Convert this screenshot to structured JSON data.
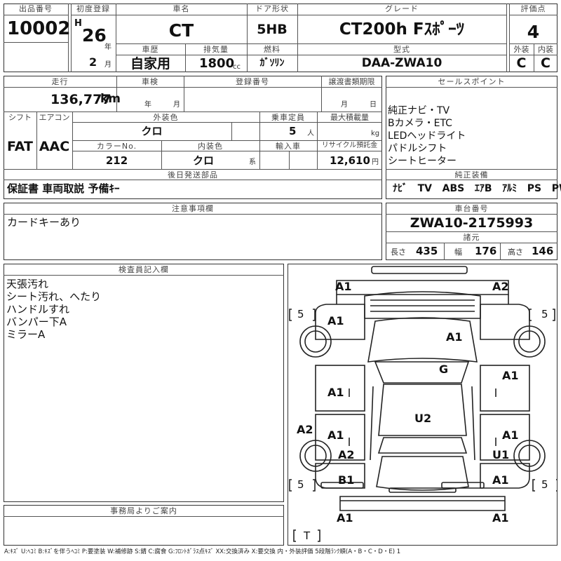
{
  "header": {
    "lot_no_label": "出品番号",
    "lot_no": "10002",
    "first_reg_label": "初度登録",
    "era": "H",
    "reg_year": "26",
    "year_unit": "年",
    "reg_month": "2",
    "month_unit": "月",
    "car_name_label": "車名",
    "car_name": "CT",
    "history_label": "車歴",
    "history": "自家用",
    "displacement_label": "排気量",
    "displacement": "1800",
    "displacement_unit": "cc",
    "door_label": "ドア形状",
    "door": "5HB",
    "fuel_label": "燃料",
    "fuel": "ｶﾞｿﾘﾝ",
    "grade_label": "グレード",
    "grade": "CT200h Fｽﾎﾟｰﾂ",
    "model_label": "型式",
    "model": "DAA-ZWA10",
    "score_label": "評価点",
    "score": "4",
    "exterior_label": "外装",
    "exterior": "C",
    "interior_label": "内装",
    "interior": "C"
  },
  "info": {
    "mileage_label": "走行",
    "mileage": "136,777",
    "mileage_unit": "km",
    "inspection_label": "車検",
    "year_unit": "年",
    "month_unit": "月",
    "reg_number_label": "登録番号",
    "transfer_label": "譲渡書類期限",
    "month_unit2": "月",
    "day_unit": "日",
    "shift_label": "シフト",
    "shift": "FAT",
    "ac_label": "エアコン",
    "ac": "AAC",
    "ext_color_label": "外装色",
    "ext_color": "クロ",
    "capacity_label": "乗車定員",
    "capacity": "5",
    "capacity_unit": "人",
    "max_load_label": "最大積載量",
    "max_load_unit": "kg",
    "color_no_label": "カラーNo.",
    "color_no": "212",
    "int_color_label": "内装色",
    "int_color": "クロ",
    "int_color_unit": "系",
    "import_label": "輸入車",
    "recycle_label": "リサイクル預託金",
    "recycle": "12,610",
    "recycle_unit": "円",
    "later_parts_label": "後日発送部品",
    "later_parts": "保証書 車両取説 予備ｷｰ"
  },
  "sales": {
    "label": "セールスポイント",
    "points": [
      "純正ナビ・TV",
      "Bカメラ・ETC",
      "LEDヘッドライト",
      "パドルシフト",
      "シートヒーター"
    ]
  },
  "equipment": {
    "label": "純正装備",
    "items": [
      "ﾅﾋﾞ",
      "TV",
      "ABS",
      "ｴｱB",
      "ｱﾙﾐ",
      "PS",
      "PW"
    ]
  },
  "caution": {
    "label": "注意事項欄",
    "text": "カードキーあり"
  },
  "chassis": {
    "label": "車台番号",
    "number": "ZWA10-2175993"
  },
  "specs": {
    "label": "諸元",
    "length_label": "長さ",
    "length": "435",
    "width_label": "幅",
    "width": "176",
    "height_label": "高さ",
    "height": "146"
  },
  "inspector": {
    "label": "検査員記入欄",
    "notes": [
      "天張汚れ",
      "シート汚れ、へたり",
      "ハンドルすれ",
      "バンパー下A",
      "ミラーA"
    ]
  },
  "office": {
    "label": "事務局よりご案内"
  },
  "diagram": {
    "marks": [
      "A1",
      "A2",
      "A1",
      "A1",
      "G",
      "A1",
      "A1",
      "A2",
      "U2",
      "A1",
      "A1",
      "A2",
      "U1",
      "B1",
      "A1",
      "A1",
      "A1"
    ],
    "tires": [
      "5",
      "5",
      "5",
      "5",
      "T"
    ]
  },
  "legend": "A:ｷｽﾞ U:ﾍｺﾐ B:ｷｽﾞを伴うﾍｺﾐ P:要塗装 W:補修跡 S:錆 C:腐食 G:ﾌﾛﾝﾄｶﾞﾗｽ点ｷｽﾞ XX:交換済み X:要交換 内・外装評価 5段階ﾗﾝｸ順(A・B・C・D・E) 1"
}
